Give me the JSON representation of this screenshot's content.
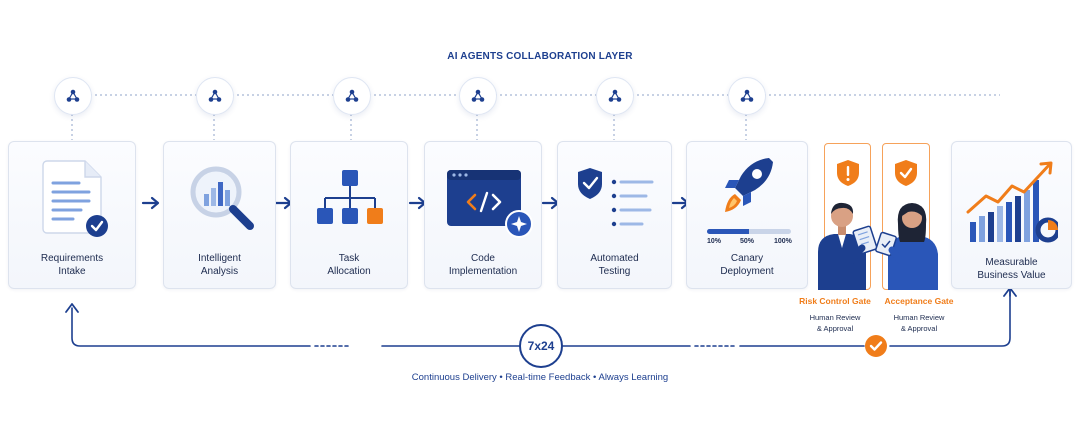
{
  "header": {
    "title": "AI AGENTS COLLABORATION LAYER"
  },
  "steps": [
    {
      "line1": "Requirements",
      "line2": "Intake"
    },
    {
      "line1": "Intelligent",
      "line2": "Analysis"
    },
    {
      "line1": "Task",
      "line2": "Allocation"
    },
    {
      "line1": "Code",
      "line2": "Implementation"
    },
    {
      "line1": "Automated",
      "line2": "Testing"
    },
    {
      "line1": "Canary",
      "line2": "Deployment"
    },
    {
      "line1": "Measurable",
      "line2": "Business Value"
    }
  ],
  "canary": {
    "markers": [
      "10%",
      "50%",
      "100%"
    ],
    "progress": 0.5
  },
  "gates": [
    {
      "title": "Risk Control Gate",
      "sub1": "Human Review",
      "sub2": "& Approval"
    },
    {
      "title": "Acceptance Gate",
      "sub1": "Human Review",
      "sub2": "& Approval"
    }
  ],
  "loop": {
    "badge": "7x24",
    "tagline": "Continuous Delivery • Real-time Feedback • Always Learning"
  },
  "colors": {
    "navy": "#1d3f8f",
    "orange": "#f07d1a",
    "card": "#f3f6fb"
  },
  "icons": {
    "agent": "agent-network-icon",
    "steps": [
      "document-check-icon",
      "magnifier-chart-icon",
      "org-tree-icon",
      "code-window-icon",
      "shield-checklist-icon",
      "rocket-icon",
      "growth-chart-icon"
    ],
    "gates": [
      "warning-shield-icon",
      "check-shield-icon"
    ]
  }
}
